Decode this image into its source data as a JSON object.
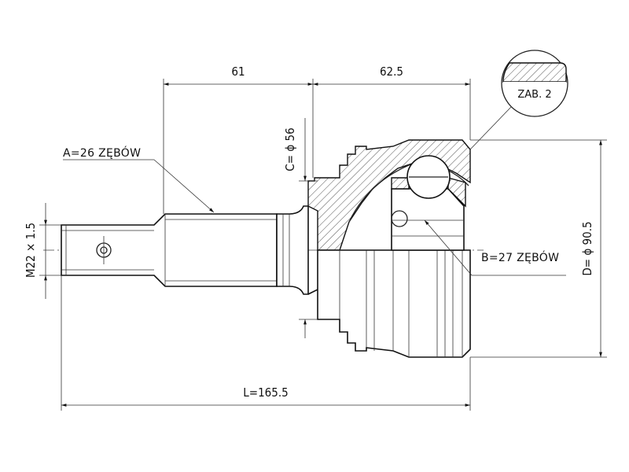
{
  "dimensions": {
    "length_61": "61",
    "length_62_5": "62.5",
    "total_length": "L=165.5",
    "diameter_c": "C= ϕ 56",
    "diameter_d": "D= ϕ 90.5",
    "thread": "M22 × 1.5"
  },
  "callouts": {
    "spline_a": "A=26 ZĘBÓW",
    "spline_b": "B=27 ZĘBÓW",
    "detail": "ZAB. 2"
  }
}
